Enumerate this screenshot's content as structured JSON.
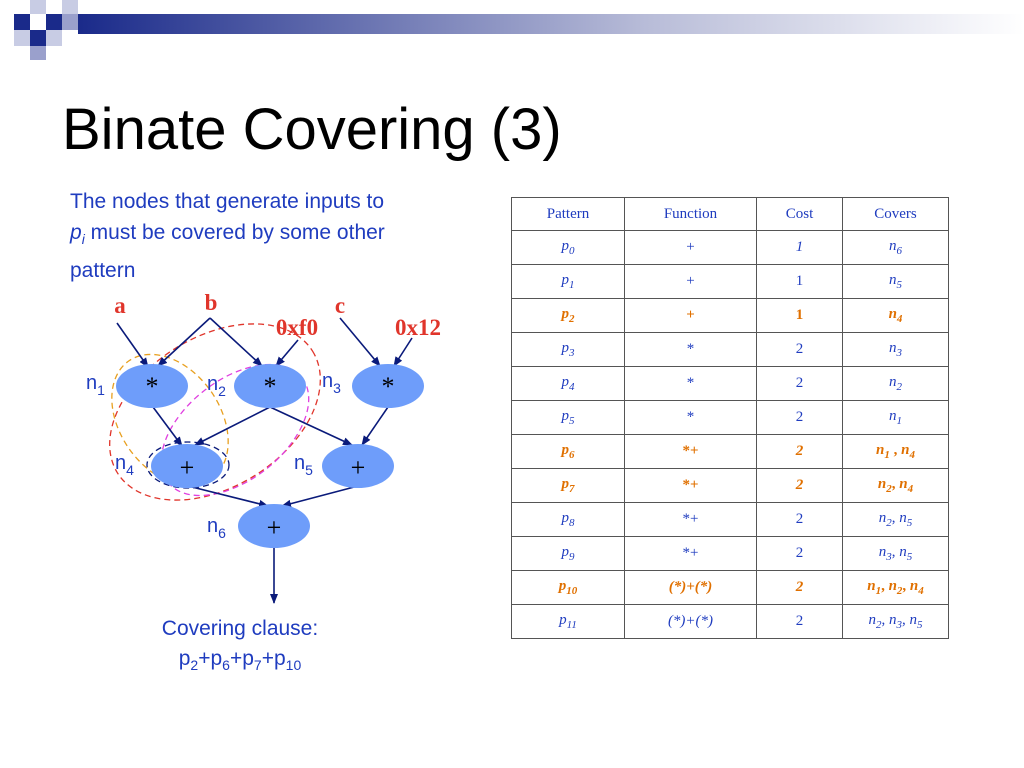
{
  "slide": {
    "title": "Binate Covering (3)",
    "intro": {
      "line1": "The nodes that generate inputs to",
      "p": "p",
      "sub": "i",
      "line2": " must be covered by some other",
      "line3": "pattern"
    },
    "clause": {
      "label": "Covering clause:",
      "terms": [
        {
          "base": "p",
          "sub": "2"
        },
        {
          "base": "p",
          "sub": "6"
        },
        {
          "base": "p",
          "sub": "7"
        },
        {
          "base": "p",
          "sub": "10"
        }
      ]
    }
  },
  "graph": {
    "inputs": [
      "a",
      "b",
      "c",
      "0xf0",
      "0x12"
    ],
    "nodes": [
      {
        "id": "n1",
        "base": "n",
        "sub": "1",
        "op": "*"
      },
      {
        "id": "n2",
        "base": "n",
        "sub": "2",
        "op": "*"
      },
      {
        "id": "n3",
        "base": "n",
        "sub": "3",
        "op": "*"
      },
      {
        "id": "n4",
        "base": "n",
        "sub": "4",
        "op": "+"
      },
      {
        "id": "n5",
        "base": "n",
        "sub": "5",
        "op": "+"
      },
      {
        "id": "n6",
        "base": "n",
        "sub": "6",
        "op": "+"
      }
    ],
    "colors": {
      "node_fill": "#6e9dfa",
      "edge": "#0a1a7a",
      "text_blue": "#1f3cbf",
      "input_red": "#e0352b",
      "highlight": "#e07000",
      "loop_red": "#e0352b",
      "loop_orange": "#e8a020",
      "loop_magenta": "#e040e0",
      "loop_navy": "#0a1a7a"
    }
  },
  "table": {
    "headers": [
      "Pattern",
      "Function",
      "Cost",
      "Covers"
    ],
    "rows": [
      {
        "p": "0",
        "func": "+",
        "cost": "1",
        "cost_italic": true,
        "covers": [
          {
            "b": "n",
            "s": "6"
          }
        ],
        "hl": false
      },
      {
        "p": "1",
        "func": "+",
        "cost": "1",
        "cost_italic": false,
        "covers": [
          {
            "b": "n",
            "s": "5"
          }
        ],
        "hl": false
      },
      {
        "p": "2",
        "func": "+",
        "cost": "1",
        "cost_italic": false,
        "covers": [
          {
            "b": "n",
            "s": "4"
          }
        ],
        "hl": true
      },
      {
        "p": "3",
        "func": "*",
        "cost": "2",
        "cost_italic": false,
        "covers": [
          {
            "b": "n",
            "s": "3"
          }
        ],
        "hl": false
      },
      {
        "p": "4",
        "func": "*",
        "cost": "2",
        "cost_italic": false,
        "covers": [
          {
            "b": "n",
            "s": "2"
          }
        ],
        "hl": false
      },
      {
        "p": "5",
        "func": "*",
        "cost": "2",
        "cost_italic": false,
        "covers": [
          {
            "b": "n",
            "s": "1"
          }
        ],
        "hl": false
      },
      {
        "p": "6",
        "func": "*+",
        "cost": "2",
        "cost_italic": true,
        "covers": [
          {
            "b": "n",
            "s": "1"
          },
          {
            "b": "n",
            "s": "4"
          }
        ],
        "sep": " , ",
        "hl": true
      },
      {
        "p": "7",
        "func": "*+",
        "cost": "2",
        "cost_italic": true,
        "covers": [
          {
            "b": "n",
            "s": "2"
          },
          {
            "b": "n",
            "s": "4"
          }
        ],
        "sep": ", ",
        "hl": true
      },
      {
        "p": "8",
        "func": "*+",
        "cost": "2",
        "cost_italic": false,
        "covers": [
          {
            "b": "n",
            "s": "2"
          },
          {
            "b": "n",
            "s": "5"
          }
        ],
        "sep": ", ",
        "hl": false
      },
      {
        "p": "9",
        "func": "*+",
        "cost": "2",
        "cost_italic": false,
        "covers": [
          {
            "b": "n",
            "s": "3"
          },
          {
            "b": "n",
            "s": "5"
          }
        ],
        "sep": ", ",
        "hl": false
      },
      {
        "p": "10",
        "func": "(*)+(*)",
        "cost": "2",
        "cost_italic": true,
        "covers": [
          {
            "b": "n",
            "s": "1"
          },
          {
            "b": "n",
            "s": "2"
          },
          {
            "b": "n",
            "s": "4"
          }
        ],
        "sep": ", ",
        "hl": true
      },
      {
        "p": "11",
        "func": "(*)+(*)",
        "cost": "2",
        "cost_italic": false,
        "covers": [
          {
            "b": "n",
            "s": "2"
          },
          {
            "b": "n",
            "s": "3"
          },
          {
            "b": "n",
            "s": "5"
          }
        ],
        "sep": ", ",
        "hl": false
      }
    ]
  }
}
